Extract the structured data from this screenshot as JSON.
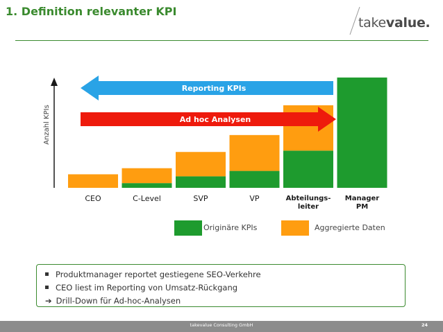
{
  "slide": {
    "title": "1. Definition relevanter KPI",
    "logo_prefix": "take",
    "logo_main": "value.",
    "title_color": "#3a8a2e"
  },
  "chart_data": {
    "type": "bar",
    "stacked": true,
    "ylabel": "Anzahl KPIs",
    "xlabel": "",
    "y_ticks": "none",
    "categories": [
      "CEO",
      "C-Level",
      "SVP",
      "VP",
      "Abteilungs-\nleiter",
      "Manager\nPM"
    ],
    "series": [
      {
        "name": "Originäre KPIs",
        "color": "#1e9b2e",
        "values": [
          0,
          7,
          17,
          25,
          55,
          163
        ]
      },
      {
        "name": "Aggregierte Daten",
        "color": "#ff9d10",
        "values": [
          20,
          22,
          36,
          53,
          67,
          0
        ]
      }
    ],
    "ylim": [
      0,
      170
    ],
    "annotations": [
      {
        "text": "Reporting KPIs",
        "direction": "left",
        "color": "#29a3e6"
      },
      {
        "text": "Ad hoc Analysen",
        "direction": "right",
        "color": "#ee1a0c"
      }
    ]
  },
  "legend": [
    {
      "label": "Originäre KPIs",
      "color": "#1e9b2e"
    },
    {
      "label": "Aggregierte Daten",
      "color": "#ff9d10"
    }
  ],
  "notes": {
    "items": [
      "Produktmanager reportet gestiegene SEO-Verkehre",
      "CEO liest im Reporting von Umsatz-Rückgang"
    ],
    "conclusion": "Drill-Down für Ad-hoc-Analysen"
  },
  "footer": {
    "company": "takevalue Consulting GmbH",
    "page": "24",
    "color": "#8c8c8c"
  }
}
